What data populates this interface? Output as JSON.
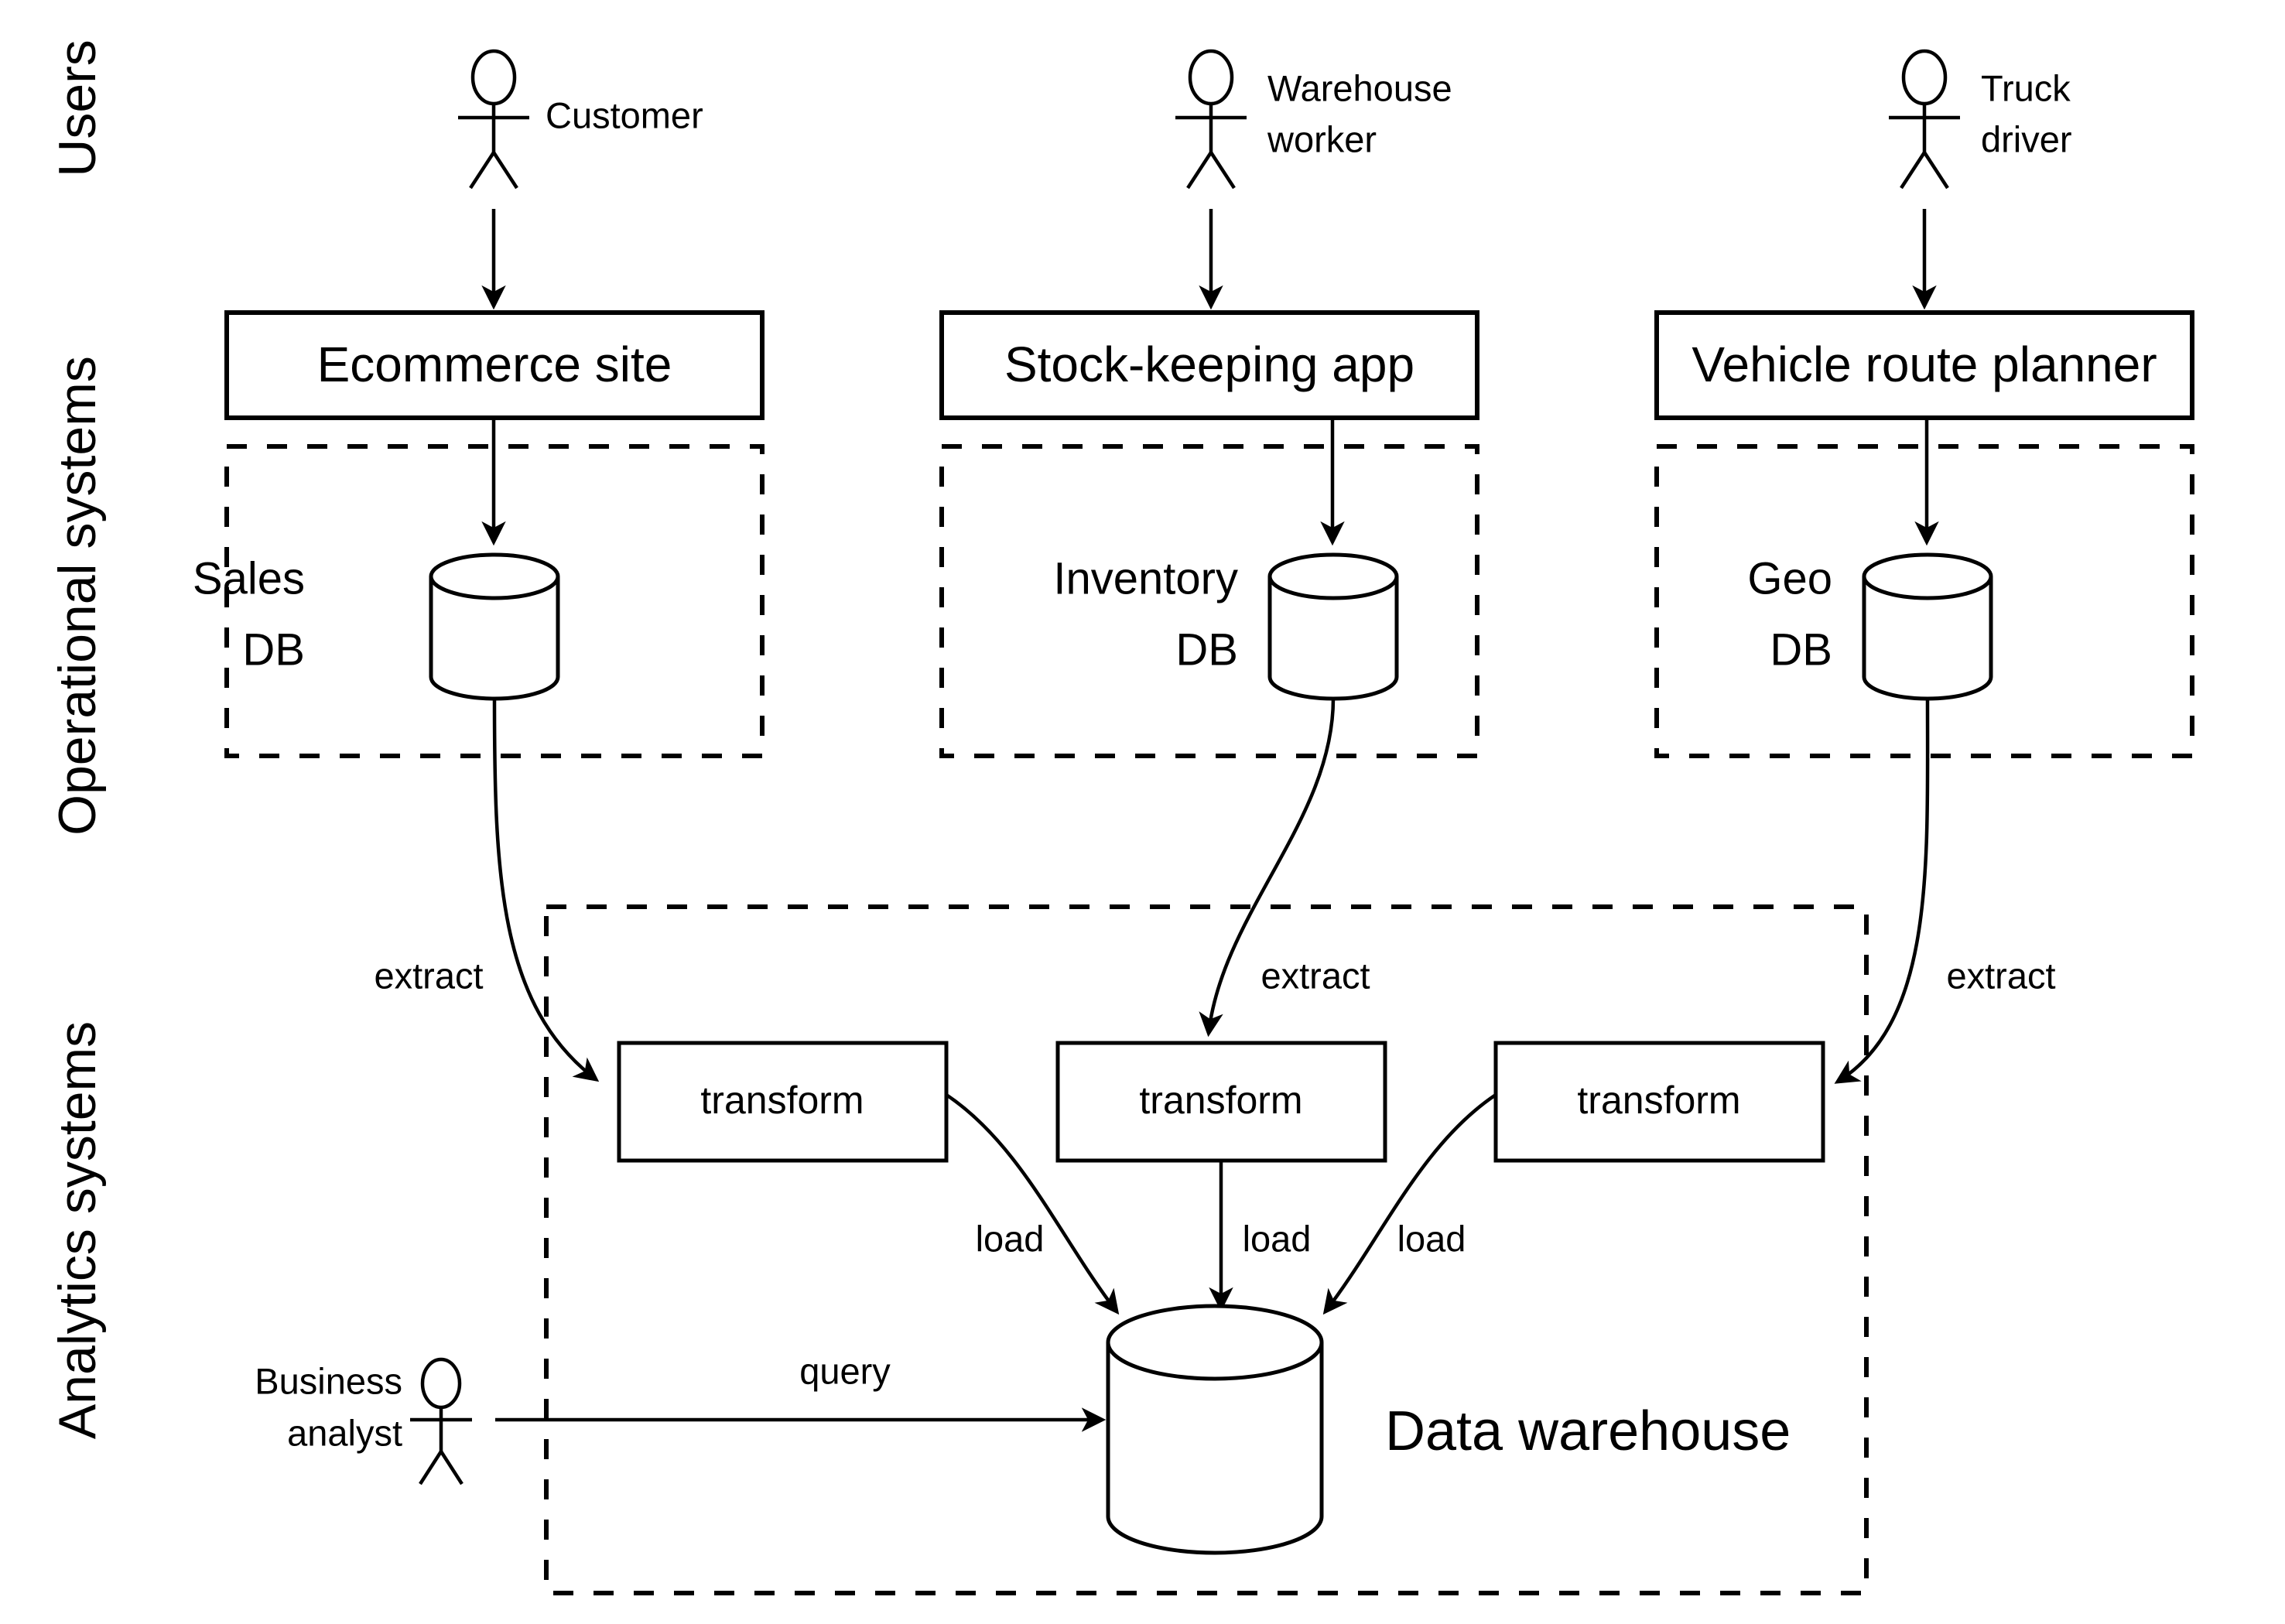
{
  "diagram": {
    "title": "Data warehouse ETL architecture",
    "background": "#ffffff",
    "line_color": "#000000"
  },
  "lanes": [
    {
      "id": "users",
      "label": "Users"
    },
    {
      "id": "operational",
      "label": "Operational systems"
    },
    {
      "id": "analytics",
      "label": "Analytics systems"
    }
  ],
  "actors": [
    {
      "id": "customer",
      "label_line1": "Customer",
      "label_line2": ""
    },
    {
      "id": "warehouse-worker",
      "label_line1": "Warehouse",
      "label_line2": "worker"
    },
    {
      "id": "truck-driver",
      "label_line1": "Truck",
      "label_line2": "driver"
    },
    {
      "id": "business-analyst",
      "label_line1": "Business",
      "label_line2": "analyst"
    }
  ],
  "operational_systems": [
    {
      "id": "ecommerce",
      "app_label": "Ecommerce site",
      "db_label_line1": "Sales",
      "db_label_line2": "DB"
    },
    {
      "id": "stock-keeping",
      "app_label": "Stock-keeping app",
      "db_label_line1": "Inventory",
      "db_label_line2": "DB"
    },
    {
      "id": "vehicle-route",
      "app_label": "Vehicle route planner",
      "db_label_line1": "Geo",
      "db_label_line2": "DB"
    }
  ],
  "transforms": [
    {
      "id": "transform-1",
      "label": "transform"
    },
    {
      "id": "transform-2",
      "label": "transform"
    },
    {
      "id": "transform-3",
      "label": "transform"
    }
  ],
  "warehouse": {
    "label": "Data warehouse"
  },
  "edge_labels": {
    "extract_1": "extract",
    "extract_2": "extract",
    "extract_3": "extract",
    "load_1": "load",
    "load_2": "load",
    "load_3": "load",
    "query": "query"
  }
}
